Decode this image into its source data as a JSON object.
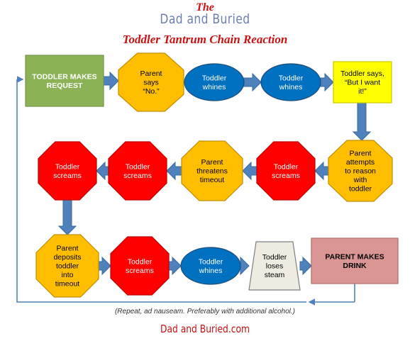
{
  "header": {
    "the": "The",
    "brand": "Dad and Buried",
    "title": "Toddler Tantrum Chain Reaction"
  },
  "colors": {
    "green": "#8bb356",
    "orange": "#ffbf00",
    "blue": "#0070c0",
    "yellow": "#ffff00",
    "red": "#ff0000",
    "pink": "#d99694",
    "trapezoid": "#eeece1",
    "arrow": "#4f81bd",
    "loop_line": "#4f81bd"
  },
  "nodes": [
    {
      "id": "n1",
      "shape": "rect",
      "color": "green",
      "lines": [
        "TODDLER MAKES",
        "REQUEST"
      ],
      "text_color": "#ffffff",
      "bold": true
    },
    {
      "id": "n2",
      "shape": "octagon",
      "color": "orange",
      "lines": [
        "Parent",
        "says",
        "“No.”"
      ],
      "text_color": "#000000"
    },
    {
      "id": "n3",
      "shape": "ellipse",
      "color": "blue",
      "lines": [
        "Toddler",
        "whines"
      ],
      "text_color": "#ffffff"
    },
    {
      "id": "n4",
      "shape": "ellipse",
      "color": "blue",
      "lines": [
        "Toddler",
        "whines"
      ],
      "text_color": "#ffffff"
    },
    {
      "id": "n5",
      "shape": "rect",
      "color": "yellow",
      "lines": [
        "Toddler says,",
        "“But I want",
        "it!”"
      ],
      "text_color": "#000000"
    },
    {
      "id": "n6",
      "shape": "octagon",
      "color": "orange",
      "lines": [
        "Parent",
        "attempts",
        "to reason",
        "with",
        "toddler"
      ],
      "text_color": "#000000"
    },
    {
      "id": "n7",
      "shape": "octagon",
      "color": "red",
      "lines": [
        "Toddler",
        "screams"
      ],
      "text_color": "#ffffff"
    },
    {
      "id": "n8",
      "shape": "octagon",
      "color": "orange",
      "lines": [
        "Parent",
        "threatens",
        "timeout"
      ],
      "text_color": "#000000"
    },
    {
      "id": "n9",
      "shape": "octagon",
      "color": "red",
      "lines": [
        "Toddler",
        "screams"
      ],
      "text_color": "#ffffff"
    },
    {
      "id": "n10",
      "shape": "octagon",
      "color": "red",
      "lines": [
        "Toddler",
        "screams"
      ],
      "text_color": "#ffffff"
    },
    {
      "id": "n11",
      "shape": "octagon",
      "color": "orange",
      "lines": [
        "Parent",
        "deposits",
        "toddler",
        "into",
        "timeout"
      ],
      "text_color": "#000000"
    },
    {
      "id": "n12",
      "shape": "octagon",
      "color": "red",
      "lines": [
        "Toddler",
        "screams"
      ],
      "text_color": "#ffffff"
    },
    {
      "id": "n13",
      "shape": "ellipse",
      "color": "blue",
      "lines": [
        "Toddler",
        "whines"
      ],
      "text_color": "#ffffff"
    },
    {
      "id": "n14",
      "shape": "trapezoid",
      "color": "trapezoid",
      "lines": [
        "Toddler",
        "loses",
        "steam"
      ],
      "text_color": "#000000"
    },
    {
      "id": "n15",
      "shape": "rect",
      "color": "pink",
      "lines": [
        "PARENT  MAKES",
        "DRINK"
      ],
      "text_color": "#000000",
      "bold": true
    }
  ],
  "caption": "(Repeat, ad nauseam. Preferably with additional alcohol.)",
  "footer": "Dad and Buried.com"
}
